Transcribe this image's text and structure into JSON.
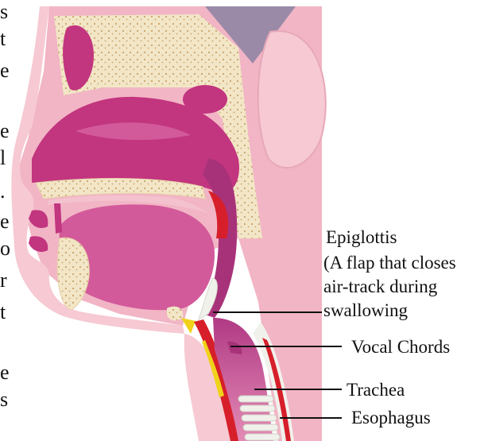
{
  "edge_text": [
    "s",
    "t",
    "e",
    "e",
    "l",
    ".",
    "e",
    "o",
    "r",
    "t",
    "e",
    "s"
  ],
  "labels": {
    "epiglottis": [
      "Epiglottis",
      "(A flap that closes",
      "air-track during",
      "swallowing"
    ],
    "vocal_chords": "Vocal Chords",
    "trachea": "Trachea",
    "esophagus": "Esophagus"
  },
  "colors": {
    "skin": "#f6c9d3",
    "background_tissue": "#f2b5c5",
    "cavity": "#c2357f",
    "tongue": "#d25a9a",
    "bone": "#f2e6c7",
    "bone_dots": "#c9a46a",
    "airway": "#a8327a",
    "esophagus_red": "#d61f2a",
    "cartilage": "#f1f1ec",
    "gray_region": "#9a8aa8"
  }
}
